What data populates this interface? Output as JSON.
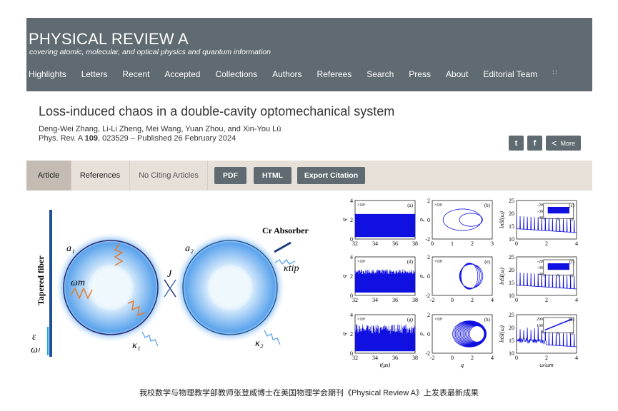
{
  "header": {
    "title": "PHYSICAL REVIEW A",
    "subtitle": "covering atomic, molecular, and optical physics and quantum information",
    "nav": [
      "Highlights",
      "Letters",
      "Recent",
      "Accepted",
      "Collections",
      "Authors",
      "Referees",
      "Search",
      "Press",
      "About",
      "Editorial Team"
    ],
    "rss_icon": "rss-icon"
  },
  "article": {
    "title": "Loss-induced chaos in a double-cavity optomechanical system",
    "authors": "Deng-Wei Zhang, Li-Li Zheng, Mei Wang, Yuan Zhou, and Xin-You Lü",
    "journal": "Phys. Rev. A ",
    "volume": "109",
    "citation": ", 023529 – Published 26 February 2024",
    "share": {
      "twitter": "twitter-icon",
      "facebook": "facebook-icon",
      "more": "More"
    }
  },
  "tabs": [
    "Article",
    "References",
    "No Citing Articles"
  ],
  "buttons": [
    "PDF",
    "HTML",
    "Export Citation"
  ],
  "figure_left": {
    "fiber": "Tapered fiber",
    "a1": "a₁",
    "a2": "a₂",
    "wm": "ωm",
    "J": "J",
    "absorber": "Cr Absorber",
    "ktip": "κtip",
    "k1": "κ₁",
    "k2": "κ₂",
    "eps": "ε",
    "wl": "ωₗ"
  },
  "chart_data": [
    {
      "label": "(a)",
      "type": "line",
      "xticks": [
        "32",
        "34",
        "36",
        "38"
      ],
      "yticks": [
        "0",
        "2",
        "4"
      ],
      "ylabel": "q",
      "scale": "×10⁵",
      "kind": "time",
      "amp": [
        0.2,
        2.6
      ]
    },
    {
      "label": "(b)",
      "type": "line",
      "xticks": [
        "0",
        "1",
        "2",
        "3"
      ],
      "yticks": [
        "-2",
        "0",
        "2"
      ],
      "ylabel": "p",
      "scale": "×10⁵",
      "kind": "phase1"
    },
    {
      "label": "(c)",
      "type": "line",
      "xticks": [
        "0",
        "2",
        "4"
      ],
      "yticks": [
        "10",
        "15",
        "20",
        "25"
      ],
      "ylabel": "lnSI(ω)",
      "kind": "spec",
      "inset": [
        "-20",
        "-30",
        "-40",
        "0",
        "5",
        "10"
      ]
    },
    {
      "label": "(d)",
      "type": "line",
      "xticks": [
        "32",
        "34",
        "36",
        "38"
      ],
      "yticks": [
        "0",
        "2",
        "4"
      ],
      "ylabel": "q",
      "scale": "×10⁵",
      "kind": "time",
      "amp": [
        0.3,
        2.7
      ]
    },
    {
      "label": "(e)",
      "type": "line",
      "xticks": [
        "-2",
        "0",
        "2",
        "4"
      ],
      "yticks": [
        "-2",
        "0",
        "2"
      ],
      "ylabel": "p",
      "scale": "×10⁵",
      "kind": "phase2"
    },
    {
      "label": "(f)",
      "type": "line",
      "xticks": [
        "0",
        "2",
        "4"
      ],
      "yticks": [
        "10",
        "15",
        "20",
        "25"
      ],
      "ylabel": "lnSI(ω)",
      "kind": "spec",
      "inset": [
        "-20",
        "-30",
        "-40",
        "0",
        "5",
        "10"
      ]
    },
    {
      "label": "(g)",
      "type": "line",
      "xticks": [
        "32",
        "34",
        "36",
        "38"
      ],
      "yticks": [
        "0",
        "2",
        "4"
      ],
      "ylabel": "q",
      "scale": "×10⁵",
      "xlabel": "t(μs)",
      "kind": "time",
      "amp": [
        0.2,
        3
      ]
    },
    {
      "label": "(h)",
      "type": "line",
      "xticks": [
        "-2",
        "0",
        "2",
        "4"
      ],
      "yticks": [
        "-2",
        "0",
        "2"
      ],
      "ylabel": "p",
      "scale": "×10⁵",
      "xlabel": "q",
      "kind": "phase3"
    },
    {
      "label": "(k)",
      "type": "line",
      "xticks": [
        "0",
        "2",
        "4"
      ],
      "yticks": [
        "10",
        "15",
        "20",
        "25"
      ],
      "ylabel": "lnSI(ω)",
      "xlabel": "ω/ωm",
      "kind": "spec",
      "inset": [
        "200",
        "100",
        "0",
        "0",
        "5",
        "10"
      ]
    }
  ],
  "caption": "我校数学与物理教学部教师张登威博士在美国物理学会期刊《Physical Review A》上发表最新成果"
}
